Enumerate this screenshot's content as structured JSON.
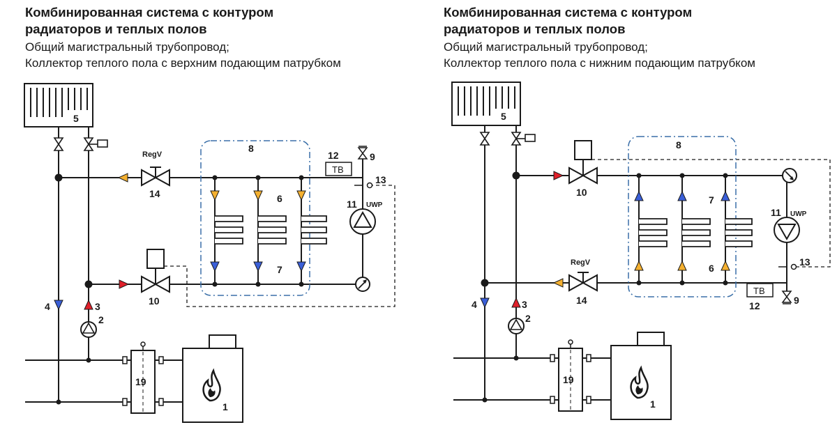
{
  "colors": {
    "pipe": "#1a1a1a",
    "arrow_supply_red": "#e0202a",
    "arrow_return_blue": "#3a5fd8",
    "arrow_orange": "#f4b030",
    "collector_frame": "#3a6fa8"
  },
  "panels": [
    {
      "title_line1": "Комбинированная система с контуром",
      "title_line2": "радиаторов и теплых полов",
      "subtitle_line1": "Общий магистральный трубопровод;",
      "subtitle_line2": "Коллектор теплого пола с верхним подающим патрубком",
      "labels": {
        "radiator": "5",
        "boiler": "1",
        "separator": "19",
        "pump_main": "2",
        "arrow_supply": "3",
        "arrow_return": "4",
        "valve_regv": "14",
        "regv": "RegV",
        "mixing_valve": "10",
        "collector": "8",
        "loops_top": "6",
        "loops_bottom": "7",
        "thermostat_num": "12",
        "thermostat": "ТВ",
        "air_vent": "9",
        "sensor": "13",
        "pump_uwp": "11",
        "uwp": "UWP"
      }
    },
    {
      "title_line1": "Комбинированная система с контуром",
      "title_line2": "радиаторов и теплых полов",
      "subtitle_line1": "Общий магистральный трубопровод;",
      "subtitle_line2": "Коллектор теплого пола с нижним подающим патрубком",
      "labels": {
        "radiator": "5",
        "boiler": "1",
        "separator": "19",
        "pump_main": "2",
        "arrow_supply": "3",
        "arrow_return": "4",
        "valve_regv": "14",
        "regv": "RegV",
        "mixing_valve": "10",
        "collector": "8",
        "loops_top": "7",
        "loops_bottom": "6",
        "thermostat_num": "12",
        "thermostat": "ТВ",
        "air_vent": "9",
        "sensor": "13",
        "pump_uwp": "11",
        "uwp": "UWP"
      }
    }
  ]
}
